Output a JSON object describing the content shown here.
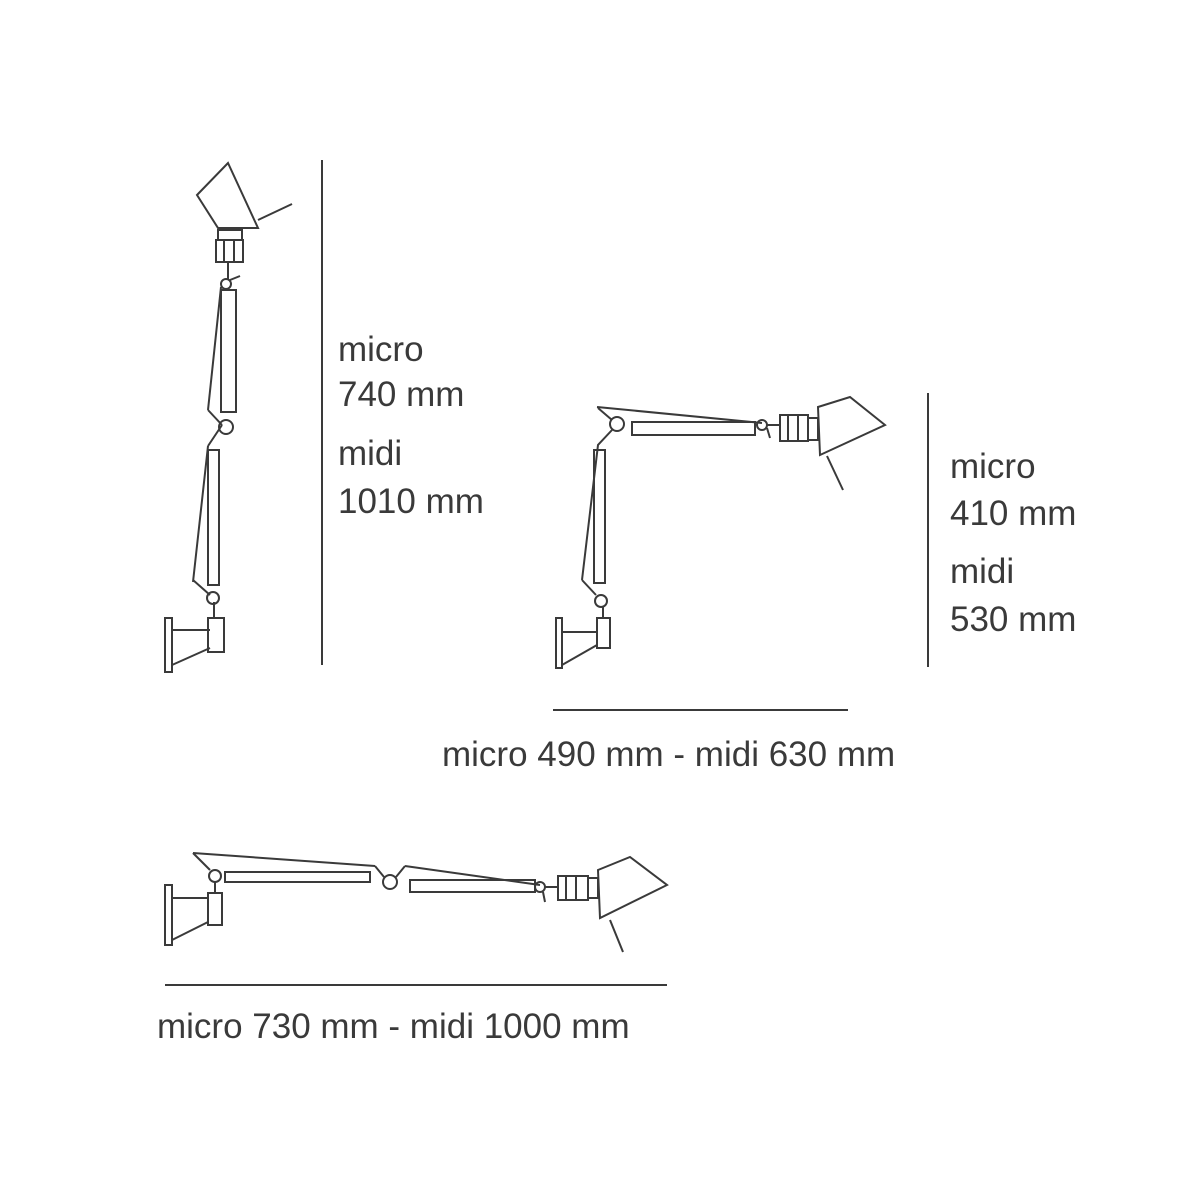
{
  "colors": {
    "line": "#3a3a3a",
    "text": "#3a3a3a"
  },
  "vertical": {
    "l1": "micro",
    "v1": "740 mm",
    "l2": "midi",
    "v2": "1010 mm"
  },
  "angled": {
    "l1": "micro",
    "v1": "410 mm",
    "l2": "midi",
    "v2": "530 mm",
    "width": "micro 490 mm - midi 630 mm"
  },
  "horizontal": {
    "width": "micro 730 mm - midi 1000 mm"
  }
}
